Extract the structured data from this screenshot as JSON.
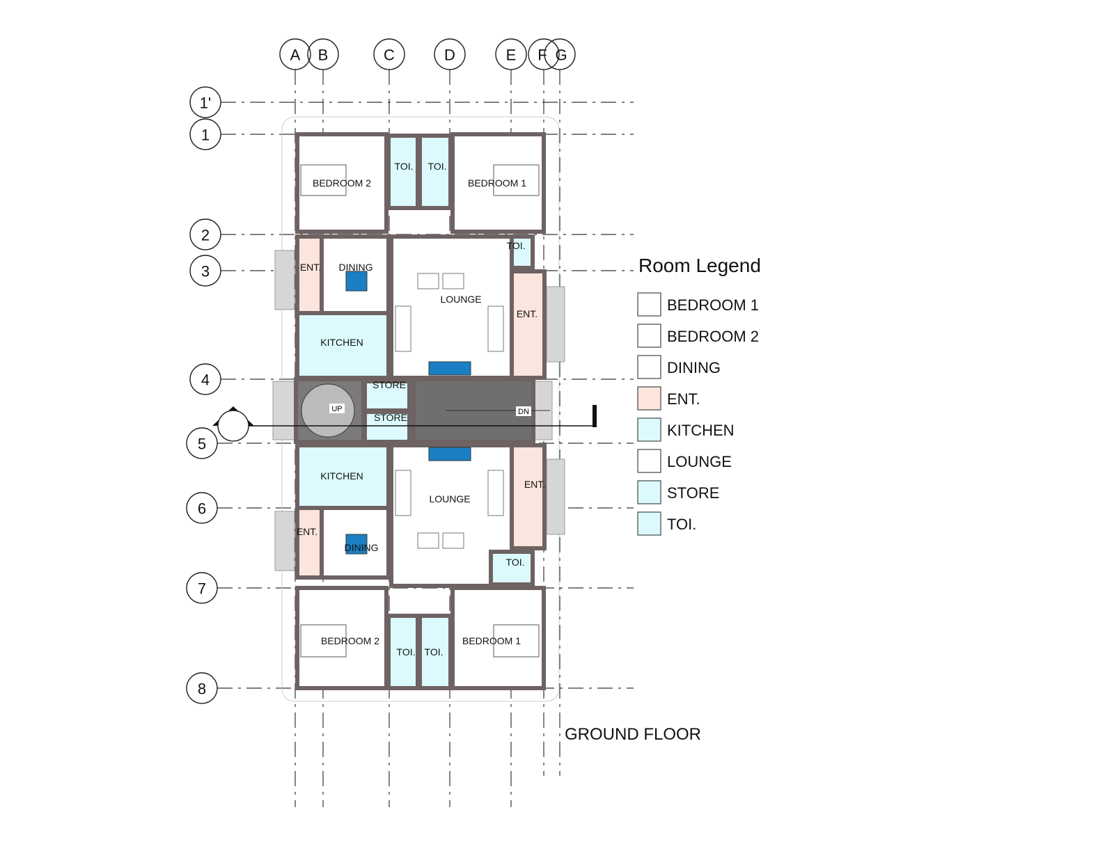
{
  "grid": {
    "columns": [
      "A",
      "B",
      "C",
      "D",
      "E",
      "F",
      "G"
    ],
    "rows": [
      "1'",
      "1",
      "2",
      "3",
      "4",
      "5",
      "6",
      "7",
      "8"
    ]
  },
  "rooms": {
    "upper_bedroom2": "BEDROOM 2",
    "upper_toi_left": "TOI.",
    "upper_toi_right": "TOI.",
    "upper_bedroom1": "BEDROOM 1",
    "upper_toi_lounge": "TOI.",
    "upper_ent_left": "ENT.",
    "upper_dining": "DINING",
    "upper_lounge": "LOUNGE",
    "upper_ent_right": "ENT.",
    "upper_kitchen": "KITCHEN",
    "store_top": "STORE",
    "store_bottom": "STORE",
    "lower_kitchen": "KITCHEN",
    "lower_lounge": "LOUNGE",
    "lower_ent_right": "ENT.",
    "lower_ent_left": "ENT.",
    "lower_dining": "DINING",
    "lower_toi_lounge": "TOI.",
    "lower_bedroom2": "BEDROOM 2",
    "lower_toi_left": "TOI.",
    "lower_toi_right": "TOI.",
    "lower_bedroom1": "BEDROOM 1"
  },
  "stairs": {
    "up": "UP",
    "down": "DN"
  },
  "legend": {
    "title": "Room Legend",
    "items": [
      {
        "label": "BEDROOM 1",
        "color": "#ffffff"
      },
      {
        "label": "BEDROOM 2",
        "color": "#ffffff"
      },
      {
        "label": "DINING",
        "color": "#ffffff"
      },
      {
        "label": "ENT.",
        "color": "#fbe5dc"
      },
      {
        "label": "KITCHEN",
        "color": "#dcfafd"
      },
      {
        "label": "LOUNGE",
        "color": "#ffffff"
      },
      {
        "label": "STORE",
        "color": "#dcfafd"
      },
      {
        "label": "TOI.",
        "color": "#dcfafd"
      }
    ]
  },
  "view_title": "GROUND FLOOR"
}
